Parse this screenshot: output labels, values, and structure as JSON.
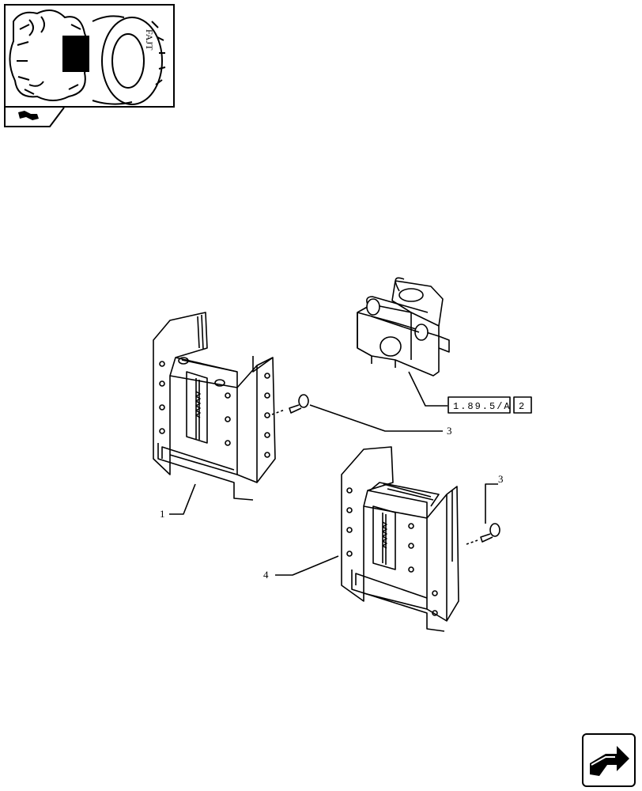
{
  "thumbnail": {
    "icon": "tractor-rear-view-thumbnail",
    "tab_icon": "section-tab-icon"
  },
  "reference_box": {
    "code": "1.89.5/A",
    "index": "2"
  },
  "callouts": {
    "item_1": "1",
    "item_3_upper": "3",
    "item_3_lower": "3",
    "item_4": "4"
  },
  "navigation": {
    "icon": "next-page-arrow-icon"
  }
}
